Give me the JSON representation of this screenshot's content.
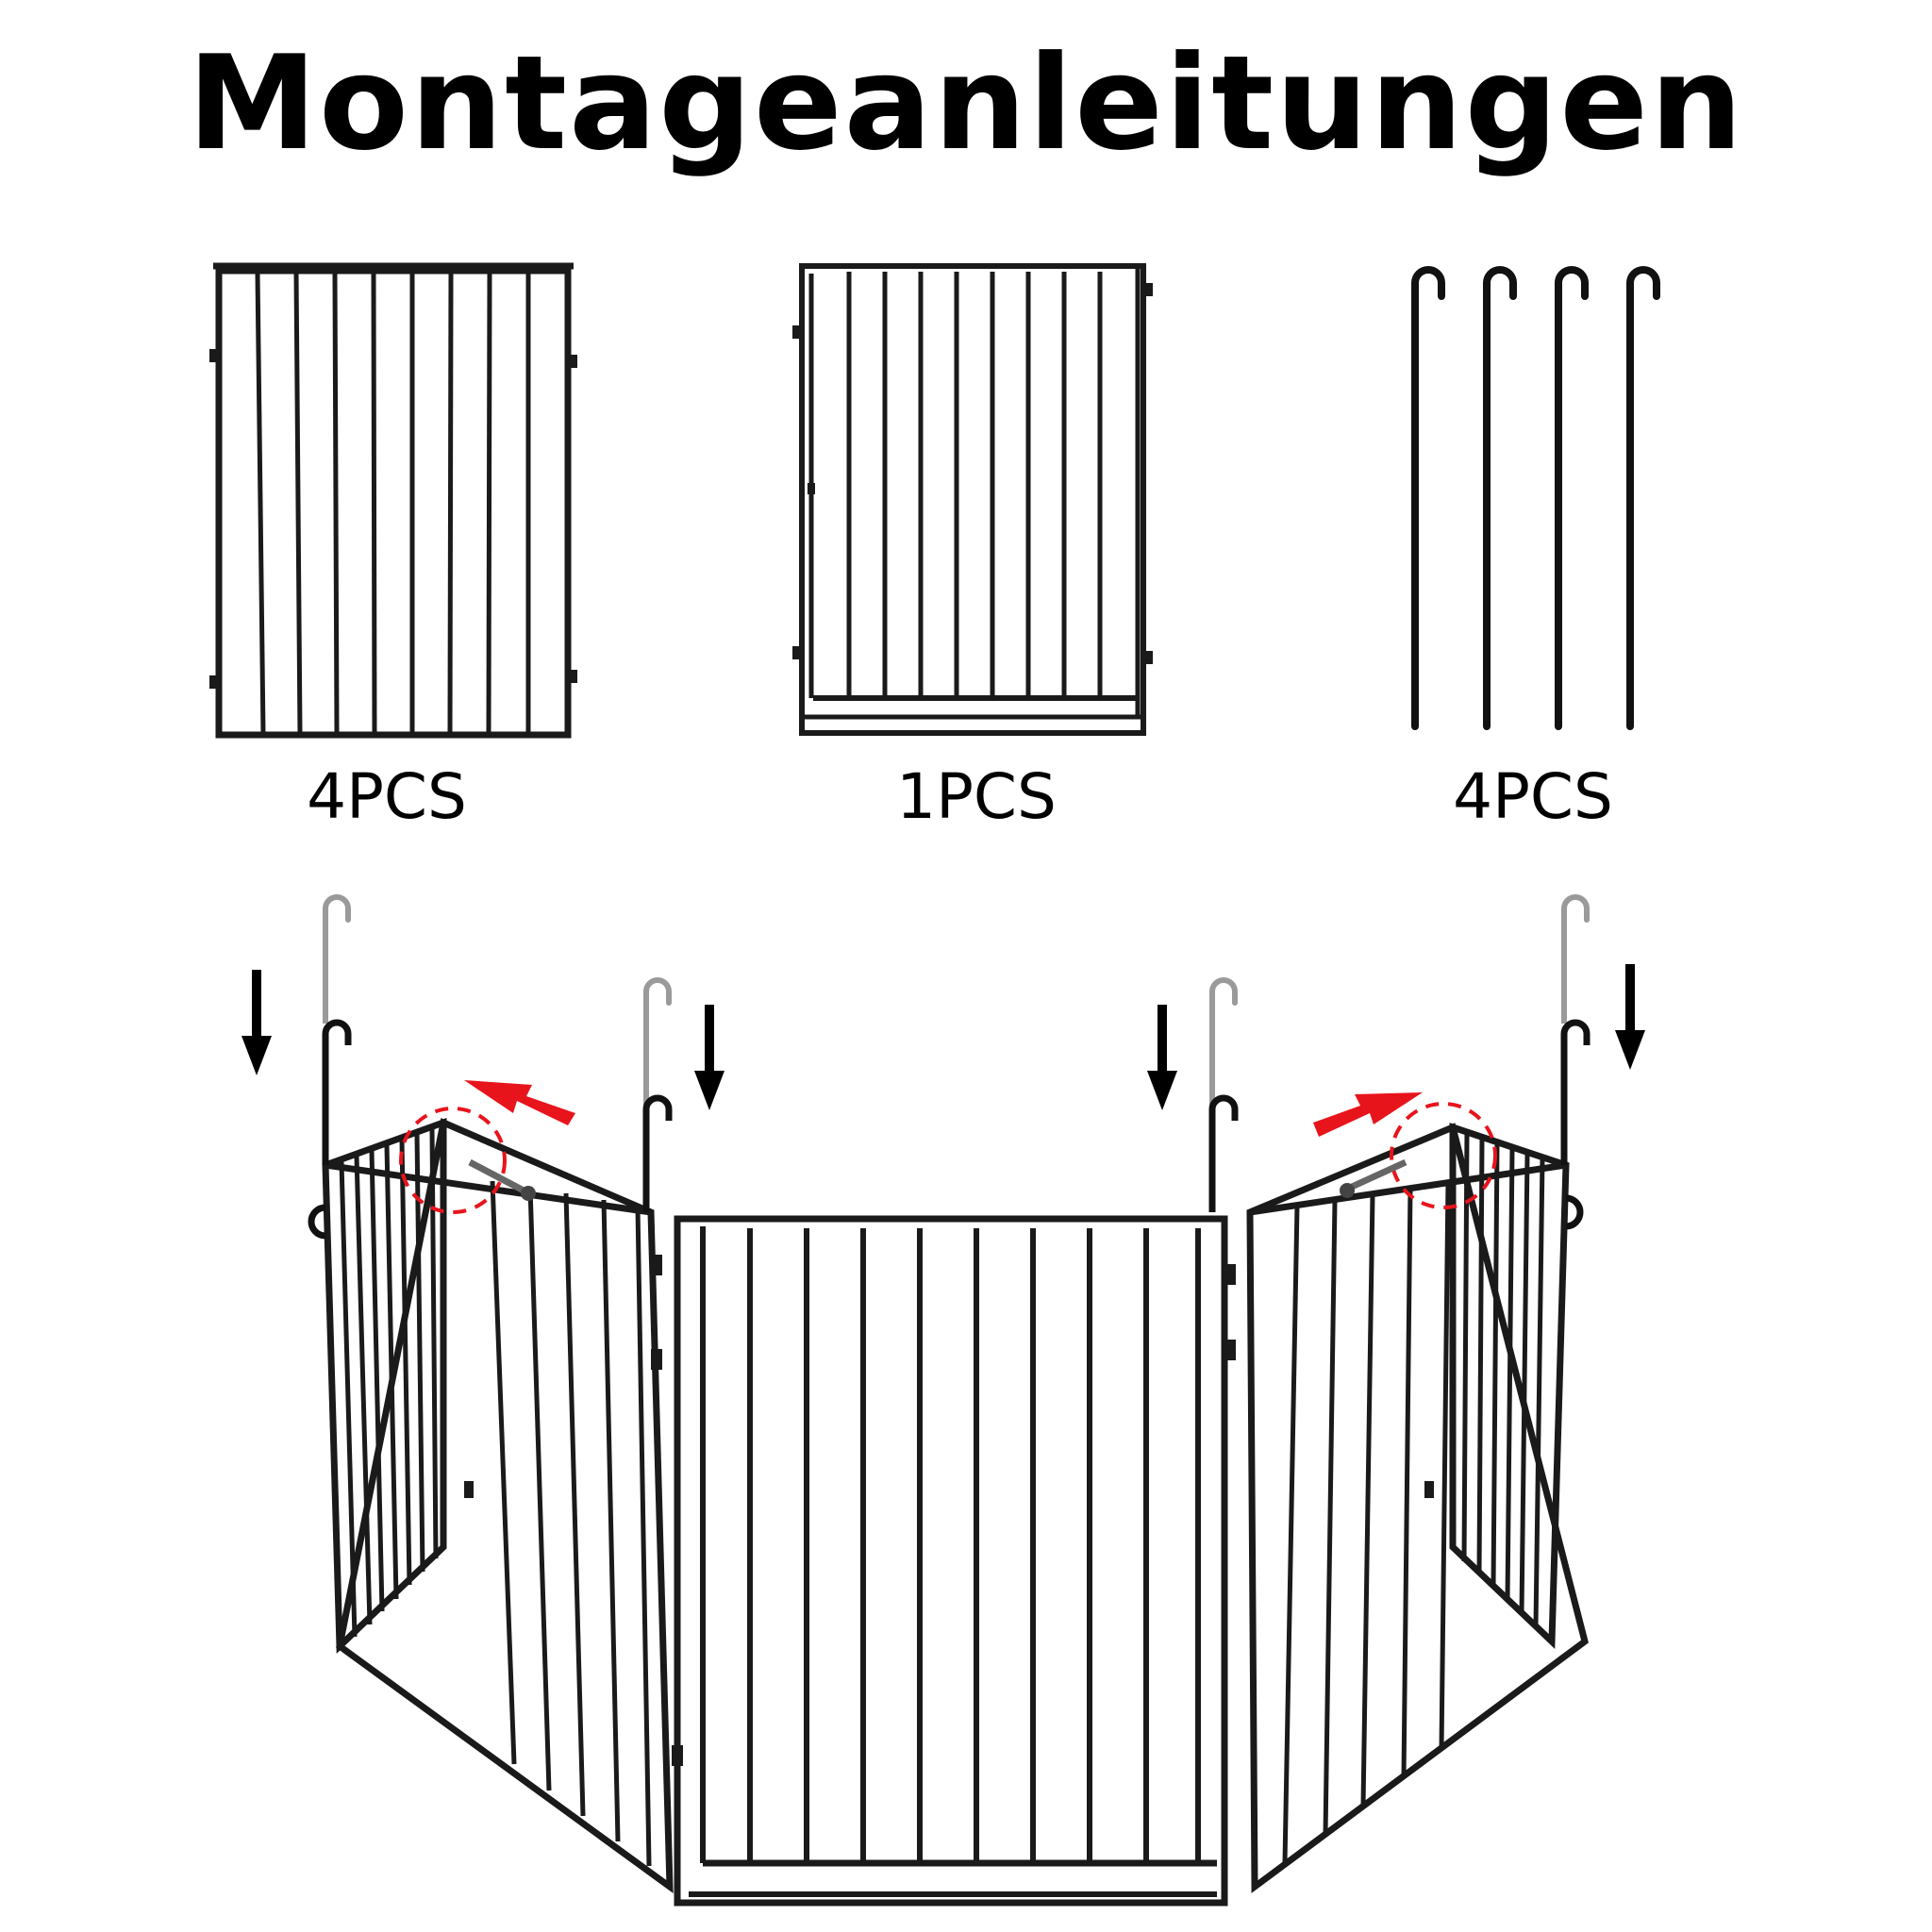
{
  "title": "Montageanleitungen",
  "parts": [
    {
      "name": "panel",
      "quantity_label": "4PCS"
    },
    {
      "name": "gate-panel",
      "quantity_label": "1PCS"
    },
    {
      "name": "hook-pin",
      "quantity_label": "4PCS"
    }
  ],
  "colors": {
    "frame": "#1a1a1a",
    "ghost_pin": "#9a9a9a",
    "arrow_black": "#000000",
    "arrow_red": "#e8141c"
  },
  "icons": [
    "down-arrow-icon",
    "red-arrow-icon",
    "screw-icon",
    "dashed-circle-highlight"
  ]
}
